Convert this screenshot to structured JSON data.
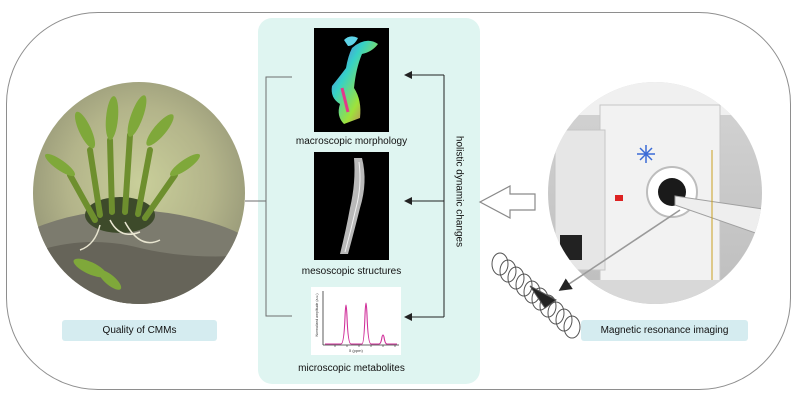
{
  "left_label": "Quality of CMMs",
  "right_label": "Magnetic resonance imaging",
  "vertical_label": "holistic dynamic changes",
  "captions": {
    "macro": "macroscopic morphology",
    "meso": "mesoscopic structures",
    "micro": "microscopic metabolites"
  },
  "spectrum": {
    "ylabel": "Normalized amplitude (a.u.)",
    "xlabel": "δ (ppm)"
  },
  "colors": {
    "panel": "#dff5f1",
    "label_box": "#d5ecf0",
    "frame": "#8e8e8e",
    "arrow": "#222222",
    "spectrum_line": "#d0309a"
  }
}
